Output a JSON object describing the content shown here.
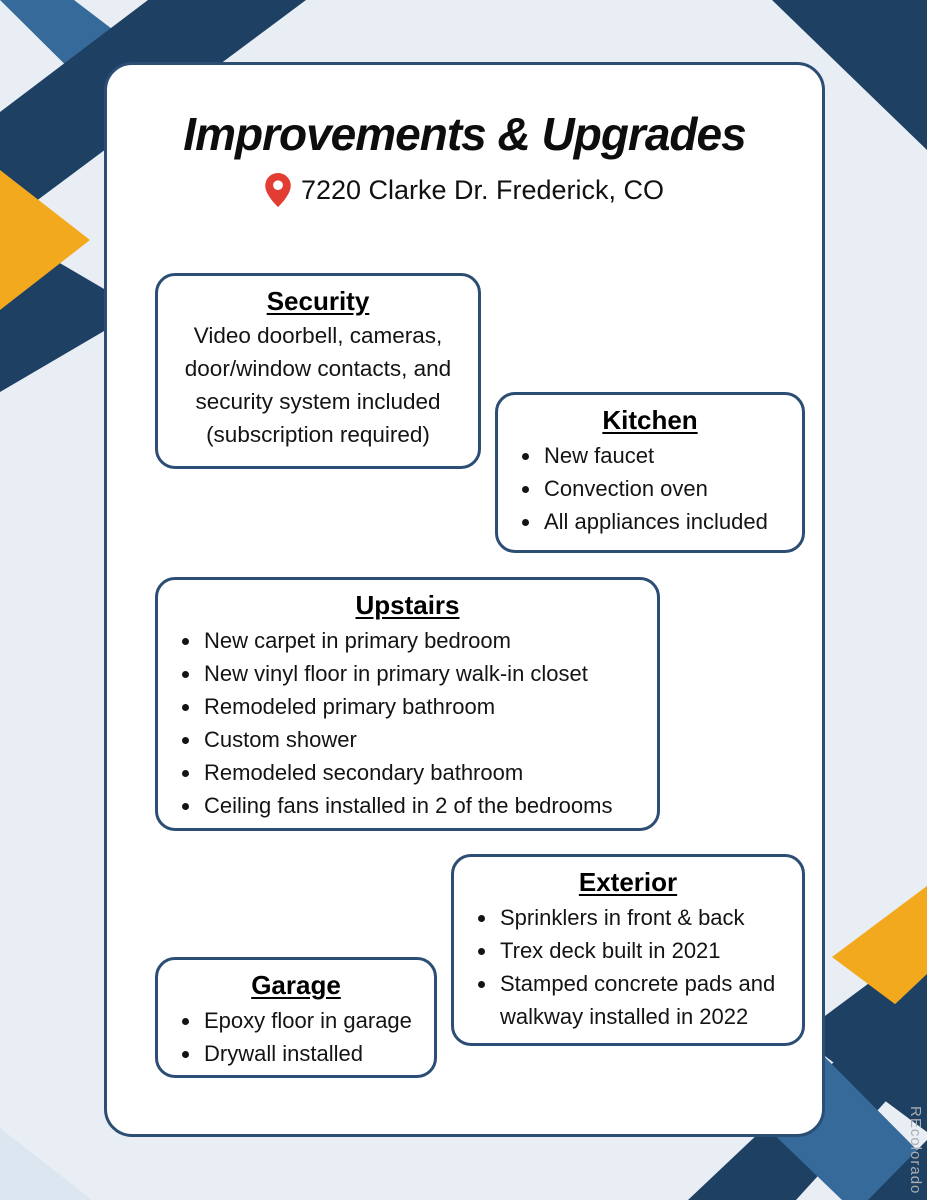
{
  "header": {
    "title": "Improvements & Upgrades",
    "address": "7220 Clarke Dr. Frederick, CO"
  },
  "sections": [
    {
      "title": "Security",
      "paragraph": "Video doorbell, cameras, door/window contacts, and security system included (subscription required)"
    },
    {
      "title": "Kitchen",
      "bullets": [
        "New faucet",
        "Convection oven",
        "All appliances included"
      ]
    },
    {
      "title": "Upstairs",
      "bullets": [
        "New carpet in primary bedroom",
        "New vinyl floor in primary walk-in closet",
        "Remodeled primary bathroom",
        "Custom shower",
        "Remodeled secondary bathroom",
        "Ceiling fans installed in 2 of the bedrooms"
      ]
    },
    {
      "title": "Exterior",
      "bullets": [
        "Sprinklers in front & back",
        "Trex deck built in 2021",
        "Stamped concrete pads and walkway installed in 2022"
      ]
    },
    {
      "title": "Garage",
      "bullets": [
        "Epoxy floor in garage",
        "Drywall installed"
      ]
    }
  ],
  "watermark": "REcolorado",
  "icons": {
    "location_pin": "map-pin"
  },
  "colors": {
    "navy": "#1e4063",
    "steel_blue": "#356a9b",
    "orange": "#f3a91d",
    "pin_red": "#e23c33",
    "border_navy": "#2c4d74",
    "background": "#e9eef4",
    "watermark_gray": "#a9adb3"
  }
}
